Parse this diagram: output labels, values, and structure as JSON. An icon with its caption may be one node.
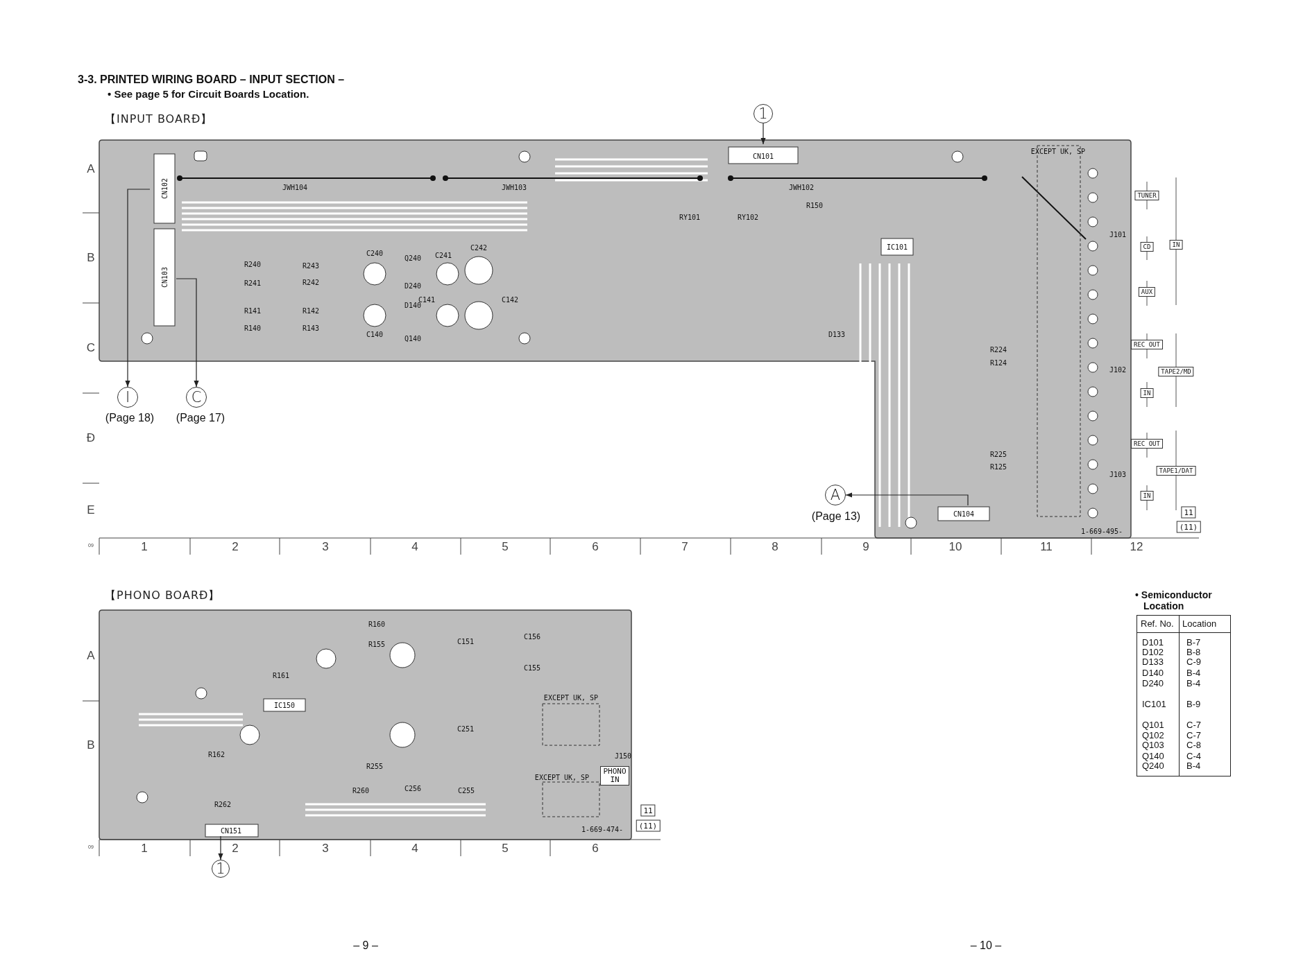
{
  "diagram": {
    "title": "3-3. PRINTED WIRING BOARD – INPUT SECTION –",
    "nodes": [
      {
        "text": [
          "【INPUT BOARĐ】"
        ]
      },
      {
        "text": [
          "【PHONO BOARĐ】"
        ]
      },
      {
        "text": [
          "1"
        ]
      },
      {
        "text": [
          "I"
        ],
        "beside": [
          "(Page 18)"
        ]
      },
      {
        "text": [
          "C"
        ],
        "beside": [
          "(Page 17)"
        ]
      },
      {
        "text": [
          "A"
        ],
        "beside": [
          "(Page 13)"
        ]
      },
      {
        "text": [
          "1"
        ]
      },
      {
        "text": [
          "TUNER"
        ]
      },
      {
        "text": [
          "IN"
        ]
      },
      {
        "text": [
          "CD"
        ]
      },
      {
        "text": [
          "AUX"
        ]
      },
      {
        "text": [
          "REC OUT"
        ]
      },
      {
        "text": [
          "TAPE2/MD"
        ]
      },
      {
        "text": [
          "IN"
        ]
      },
      {
        "text": [
          "REC OUT"
        ]
      },
      {
        "text": [
          "TAPE1/DAT"
        ]
      },
      {
        "text": [
          "IN"
        ]
      }
    ],
    "edges": [
      {
        "from": 2,
        "to": 0,
        "arrow": "to"
      },
      {
        "from": 0,
        "to": 3,
        "arrow": "to"
      },
      {
        "from": 0,
        "to": 4,
        "arrow": "to"
      },
      {
        "from": 0,
        "to": 5,
        "arrow": "to"
      },
      {
        "from": 1,
        "to": 6,
        "arrow": "to"
      }
    ],
    "labels": [
      "• See page 5 for Circuit Boards Location.",
      "CN101",
      "CN102",
      "CN103",
      "JWH104",
      "JWH103",
      "JWH102",
      "RY101",
      "RY102",
      "IC101",
      "R150",
      "C240",
      "C241",
      "C242",
      "R240",
      "R243",
      "Q240",
      "R241",
      "R242",
      "D240",
      "C141",
      "C142",
      "D140",
      "R141",
      "R142",
      "R140",
      "R143",
      "C140",
      "D133",
      "Q140",
      "EXCEPT UK, SP",
      "J101",
      "R224",
      "R124",
      "J102",
      "R225",
      "R125",
      "J103",
      "CN104",
      "1-669-495-",
      "A",
      "B",
      "C",
      "Đ",
      "E",
      "1",
      "2",
      "3",
      "4",
      "5",
      "6",
      "7",
      "8",
      "9",
      "10",
      "11",
      "12",
      "09",
      "11",
      "(11)",
      "R160",
      "R155",
      "C156",
      "C151",
      "C155",
      "R161",
      "IC150",
      "EXCEPT UK, SP",
      "C251",
      "R162",
      "J150",
      "R255",
      "EXCEPT UK, SP",
      "PHONO IN",
      "R260",
      "C256",
      "C255",
      "R262",
      "CN151",
      "1-669-474-",
      "A",
      "B",
      "1",
      "2",
      "3",
      "4",
      "5",
      "6",
      "09",
      "11",
      "(11)",
      "• Semiconductor Location",
      "Ref. No.",
      "Location",
      "D101",
      "B-7",
      "D102",
      "B-8",
      "D133",
      "C-9",
      "D140",
      "B-4",
      "D240",
      "B-4",
      "IC101",
      "B-9",
      "Q101",
      "C-7",
      "Q102",
      "C-7",
      "Q103",
      "C-8",
      "Q140",
      "C-4",
      "Q240",
      "B-4",
      "– 9 –",
      "– 10 –"
    ]
  }
}
